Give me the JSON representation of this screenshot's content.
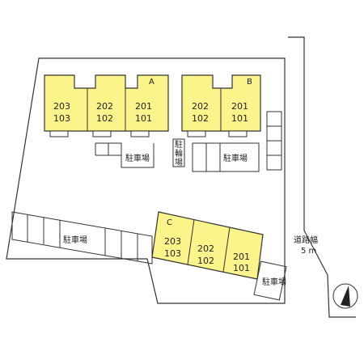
{
  "colors": {
    "building_fill": "#fbf48a",
    "outline": "#333333",
    "background": "#ffffff"
  },
  "buildings": {
    "A": {
      "label": "A",
      "units": [
        {
          "upper": "203",
          "lower": "103"
        },
        {
          "upper": "202",
          "lower": "102"
        },
        {
          "upper": "201",
          "lower": "101"
        }
      ]
    },
    "B": {
      "label": "B",
      "units": [
        {
          "upper": "202",
          "lower": "102"
        },
        {
          "upper": "201",
          "lower": "101"
        }
      ]
    },
    "C": {
      "label": "C",
      "units": [
        {
          "upper": "203",
          "lower": "103"
        },
        {
          "upper": "202",
          "lower": "102"
        },
        {
          "upper": "201",
          "lower": "101"
        }
      ]
    }
  },
  "parking": {
    "car_a": "駐車場",
    "car_b": "駐車場",
    "car_west": "駐車場",
    "car_south": "駐車場",
    "bicycle": [
      "駐",
      "輪",
      "場"
    ]
  },
  "road": {
    "label": "道路幅",
    "width": "5 m"
  },
  "icons": {
    "compass": "north-arrow-icon"
  }
}
